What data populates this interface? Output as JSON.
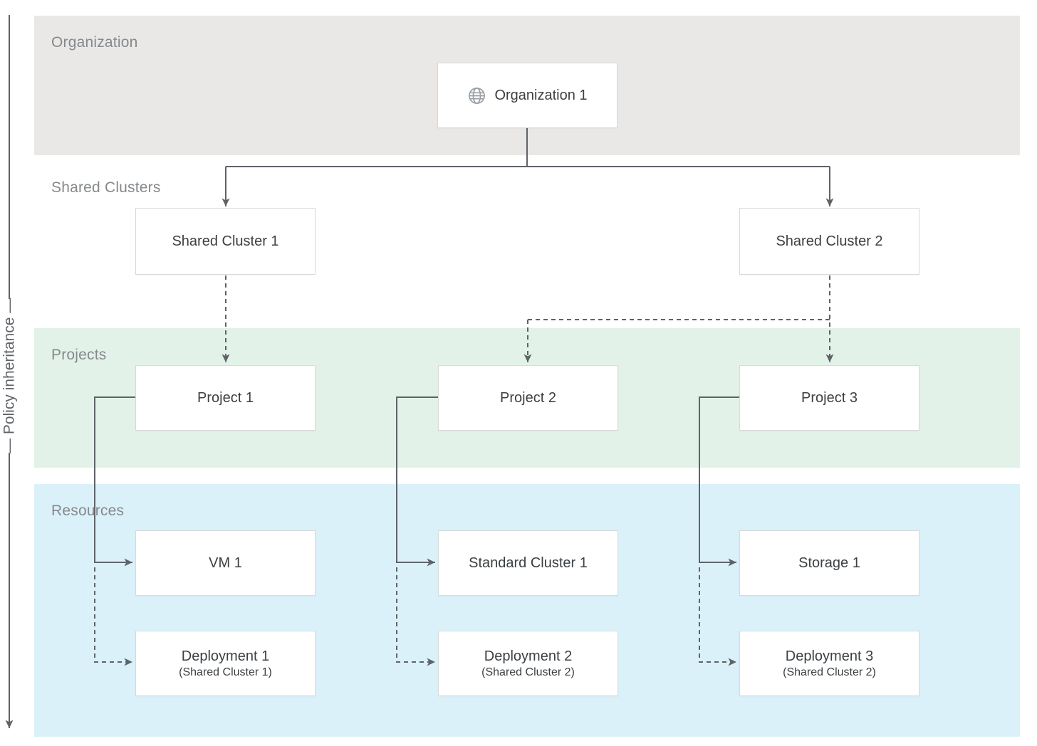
{
  "diagram": {
    "policy_axis_label": "— Policy inheritance —",
    "zones": {
      "organization": {
        "label": "Organization",
        "bg": "#eae8e6"
      },
      "shared_clusters": {
        "label": "Shared Clusters",
        "bg": "#ffffff"
      },
      "projects": {
        "label": "Projects",
        "bg": "#e2f2e8"
      },
      "resources": {
        "label": "Resources",
        "bg": "#dbf1fa"
      }
    },
    "nodes": {
      "organization1": {
        "label": "Organization 1",
        "icon": "globe-icon"
      },
      "sharedCluster1": {
        "label": "Shared Cluster 1"
      },
      "sharedCluster2": {
        "label": "Shared Cluster 2"
      },
      "project1": {
        "label": "Project 1"
      },
      "project2": {
        "label": "Project 2"
      },
      "project3": {
        "label": "Project 3"
      },
      "vm1": {
        "label": "VM 1"
      },
      "standardCluster1": {
        "label": "Standard Cluster 1"
      },
      "storage1": {
        "label": "Storage 1"
      },
      "deployment1": {
        "label": "Deployment 1",
        "sublabel": "(Shared Cluster 1)"
      },
      "deployment2": {
        "label": "Deployment 2",
        "sublabel": "(Shared Cluster 2)"
      },
      "deployment3": {
        "label": "Deployment 3",
        "sublabel": "(Shared Cluster 2)"
      }
    },
    "edges": [
      {
        "from": "organization1",
        "to": "sharedCluster1",
        "style": "solid"
      },
      {
        "from": "organization1",
        "to": "sharedCluster2",
        "style": "solid"
      },
      {
        "from": "sharedCluster1",
        "to": "project1",
        "style": "dashed"
      },
      {
        "from": "sharedCluster2",
        "to": "project2",
        "style": "dashed"
      },
      {
        "from": "sharedCluster2",
        "to": "project3",
        "style": "dashed"
      },
      {
        "from": "project1",
        "to": "vm1",
        "style": "solid"
      },
      {
        "from": "project1",
        "to": "deployment1",
        "style": "dashed"
      },
      {
        "from": "project2",
        "to": "standardCluster1",
        "style": "solid"
      },
      {
        "from": "project2",
        "to": "deployment2",
        "style": "dashed"
      },
      {
        "from": "project3",
        "to": "storage1",
        "style": "solid"
      },
      {
        "from": "project3",
        "to": "deployment3",
        "style": "dashed"
      }
    ],
    "colors": {
      "zone_organization_bg": "#eae8e6",
      "zone_projects_bg": "#e2f2e8",
      "zone_resources_bg": "#dbf1fa",
      "connector": "#5f6368",
      "zone_label_text": "#85898c",
      "node_text": "#3c4043",
      "node_border": "#d8dadb",
      "globe_icon": "#9aa0a6"
    }
  }
}
